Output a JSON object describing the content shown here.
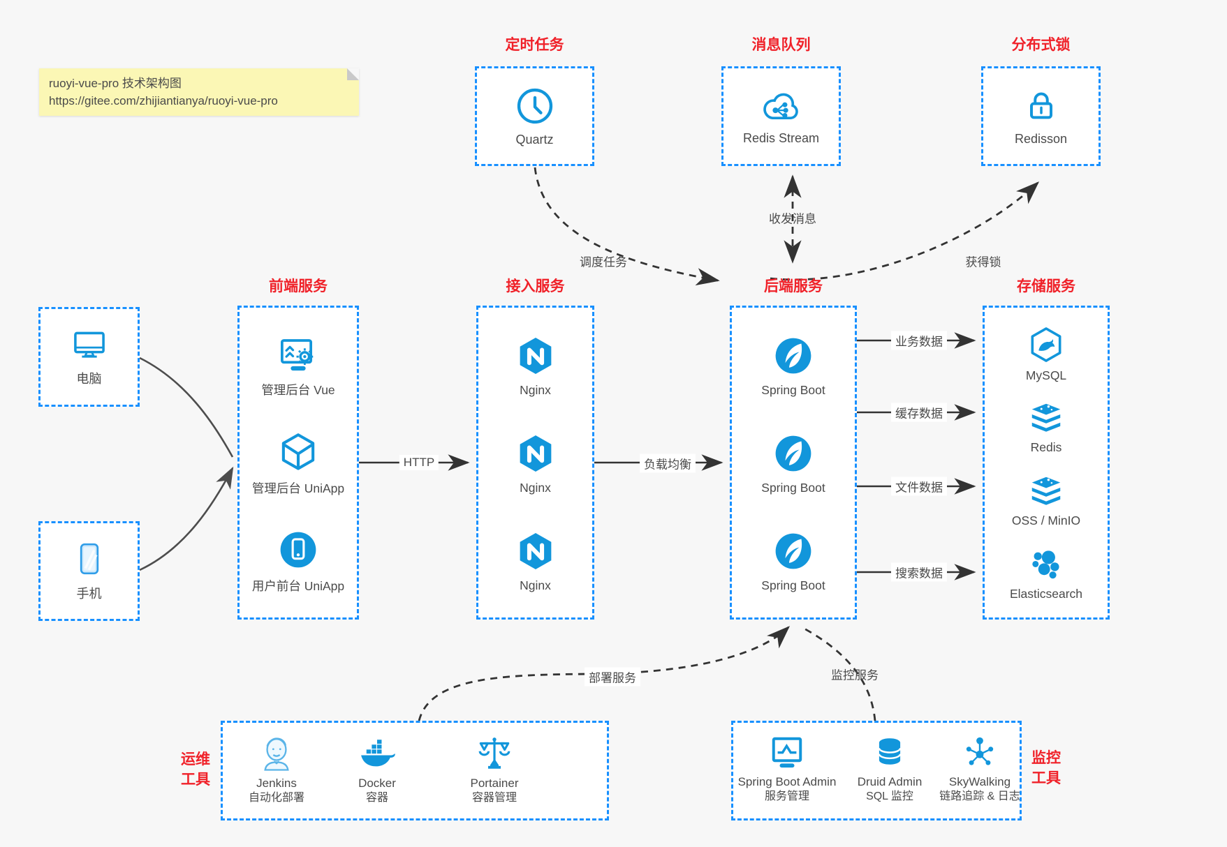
{
  "colors": {
    "box_border_blue": "#1890ff",
    "icon_blue": "#1296db",
    "title_red": "#f02129",
    "text_gray": "#4a4a4a",
    "arrow_black": "#333333",
    "device_arrow_gray": "#4d4d4d",
    "note_bg": "#fbf7b5",
    "canvas_bg": "#f7f7f7"
  },
  "note": {
    "line1": "ruoyi-vue-pro 技术架构图",
    "line2": "https://gitee.com/zhijiantianya/ruoyi-vue-pro"
  },
  "top_groups": [
    {
      "title": "定时任务",
      "label": "Quartz"
    },
    {
      "title": "消息队列",
      "label": "Redis Stream"
    },
    {
      "title": "分布式锁",
      "label": "Redisson"
    }
  ],
  "devices": [
    {
      "label": "电脑"
    },
    {
      "label": "手机"
    }
  ],
  "columns": {
    "frontend": {
      "title": "前端服务",
      "items": [
        "管理后台 Vue",
        "管理后台 UniApp",
        "用户前台 UniApp"
      ]
    },
    "gateway": {
      "title": "接入服务",
      "items": [
        "Nginx",
        "Nginx",
        "Nginx"
      ]
    },
    "backend": {
      "title": "后端服务",
      "items": [
        "Spring Boot",
        "Spring Boot",
        "Spring Boot"
      ]
    },
    "storage": {
      "title": "存储服务",
      "items": [
        "MySQL",
        "Redis",
        "OSS / MinIO",
        "Elasticsearch"
      ]
    }
  },
  "ops": {
    "side_label": [
      "运维",
      "工具"
    ],
    "items": [
      {
        "name": "Jenkins",
        "desc": "自动化部署"
      },
      {
        "name": "Docker",
        "desc": "容器"
      },
      {
        "name": "Portainer",
        "desc": "容器管理"
      }
    ]
  },
  "monitoring": {
    "side_label": [
      "监控",
      "工具"
    ],
    "items": [
      {
        "name": "Spring Boot Admin",
        "desc": "服务管理"
      },
      {
        "name": "Druid Admin",
        "desc": "SQL 监控"
      },
      {
        "name": "SkyWalking",
        "desc": "链路追踪 & 日志"
      }
    ]
  },
  "edge_labels": {
    "http": "HTTP",
    "load_balance": "负载均衡",
    "business_data": "业务数据",
    "cache_data": "缓存数据",
    "file_data": "文件数据",
    "search_data": "搜索数据",
    "schedule_task": "调度任务",
    "send_receive_message": "收发消息",
    "acquire_lock": "获得锁",
    "deploy_service": "部署服务",
    "monitor_service": "监控服务"
  }
}
